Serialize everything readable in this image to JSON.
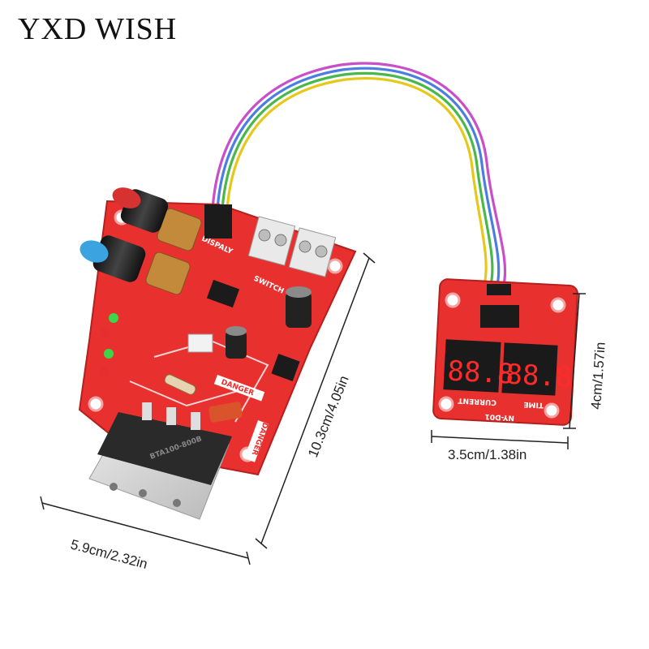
{
  "brand": "YXD WISH",
  "main_board": {
    "silkscreen": {
      "display": "DISPALY",
      "switch": "SWITCH",
      "danger1": "DANGER",
      "danger2": "DANGER",
      "chip_text": "BTA100-800B"
    }
  },
  "display_board": {
    "model": "NY-D01",
    "current_label": "CURRENT",
    "time_label": "TIME",
    "left_digits": "88.8",
    "right_digits": "88.8"
  },
  "dimensions": {
    "main_height": "10.3cm/4.05in",
    "main_width": "5.9cm/2.32in",
    "display_width": "3.5cm/1.38in",
    "display_height": "4cm/1.57in"
  },
  "colors": {
    "pcb_red": "#e8312f",
    "wire_colors": [
      "#c94fc9",
      "#4a7ee0",
      "#49b84a",
      "#e6c81a"
    ]
  }
}
